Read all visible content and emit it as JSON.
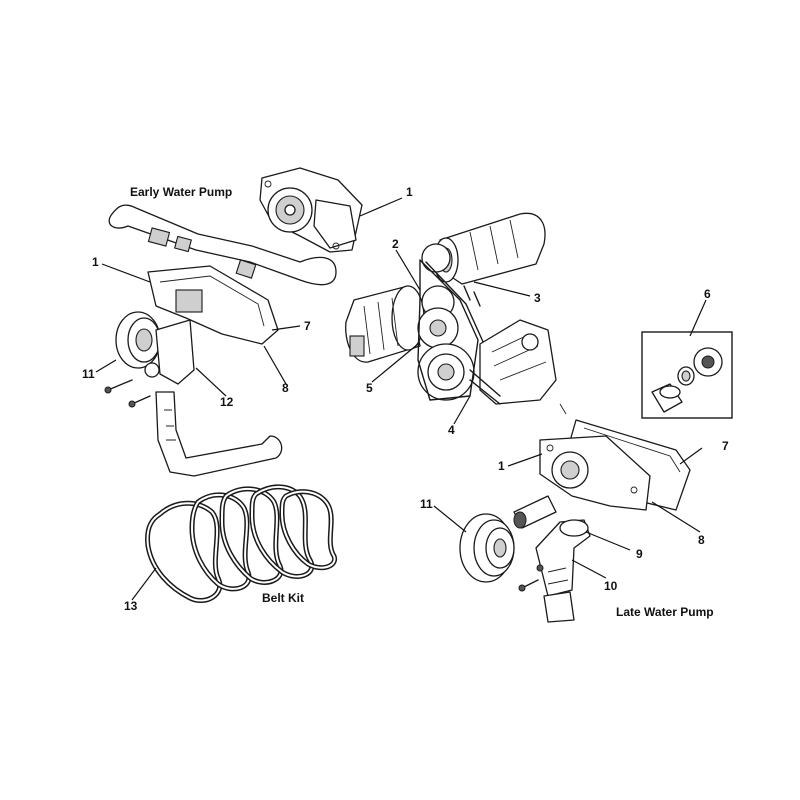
{
  "captions": {
    "early_pump": "Early Water Pump",
    "late_pump": "Late Water Pump",
    "belt_kit": "Belt Kit"
  },
  "callouts": {
    "n1_top": "1",
    "n1_left": "1",
    "n1_right": "1",
    "n2": "2",
    "n3": "3",
    "n4": "4",
    "n5": "5",
    "n6": "6",
    "n7_left": "7",
    "n7_right": "7",
    "n8_left": "8",
    "n8_right": "8",
    "n9": "9",
    "n10": "10",
    "n11_left": "11",
    "n11_right": "11",
    "n12": "12",
    "n13": "13"
  }
}
